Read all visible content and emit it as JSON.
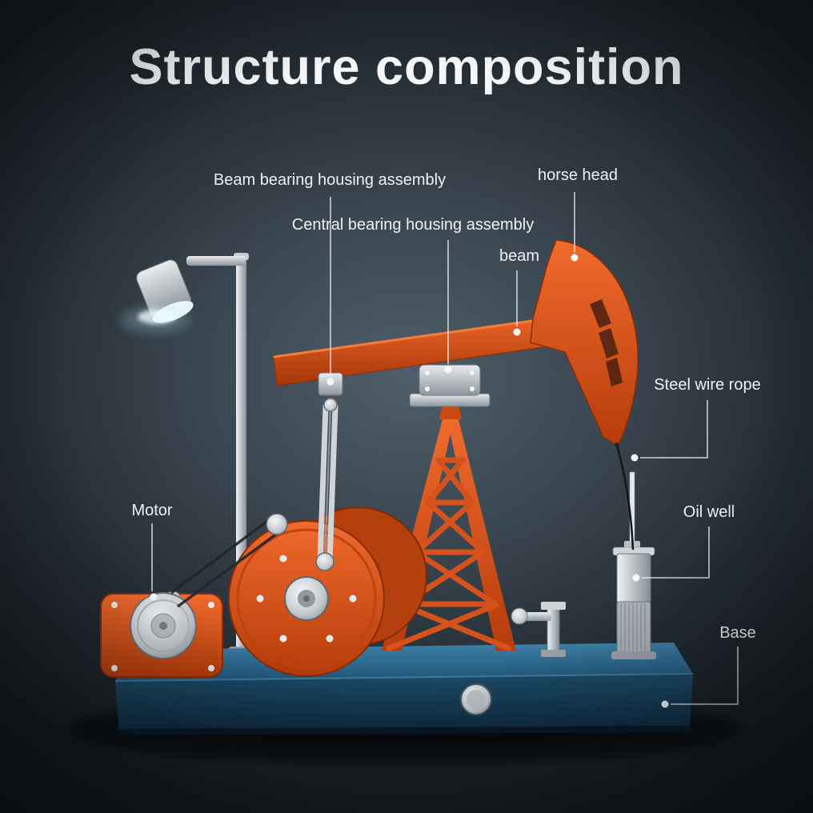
{
  "title": "Structure composition",
  "labels": {
    "beam_bearing": "Beam bearing housing assembly",
    "central_bearing": "Central bearing housing assembly",
    "horse_head": "horse head",
    "beam": "beam",
    "steel_wire_rope": "Steel wire rope",
    "oil_well": "Oil well",
    "motor": "Motor",
    "base": "Base"
  },
  "colors": {
    "accent_orange": "#e0521c",
    "base_blue": "#1e5174",
    "metal_silver": "#c2c8cd",
    "background_center": "#4f5e69",
    "background_edge": "#151a1f",
    "label_text": "#eef1f4",
    "leader_line": "#eef1f3"
  }
}
